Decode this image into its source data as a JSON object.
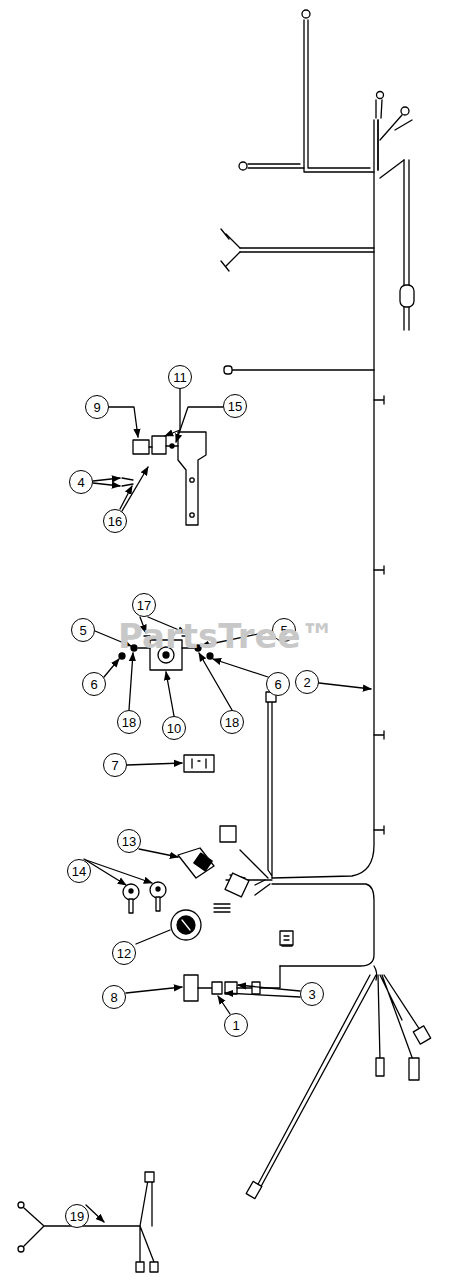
{
  "diagram": {
    "nodes": [
      {
        "text": [
          "11"
        ]
      },
      {
        "text": [
          "9"
        ]
      },
      {
        "text": [
          "15"
        ]
      },
      {
        "text": [
          "4"
        ]
      },
      {
        "text": [
          "16"
        ]
      },
      {
        "text": [
          "17"
        ]
      },
      {
        "text": [
          "5"
        ]
      },
      {
        "text": [
          "5"
        ]
      },
      {
        "text": [
          "6"
        ]
      },
      {
        "text": [
          "6"
        ]
      },
      {
        "text": [
          "2"
        ]
      },
      {
        "text": [
          "18"
        ]
      },
      {
        "text": [
          "10"
        ]
      },
      {
        "text": [
          "18"
        ]
      },
      {
        "text": [
          "7"
        ]
      },
      {
        "text": [
          "13"
        ]
      },
      {
        "text": [
          "14"
        ]
      },
      {
        "text": [
          "12"
        ]
      },
      {
        "text": [
          "8"
        ]
      },
      {
        "text": [
          "3"
        ]
      },
      {
        "text": [
          "1"
        ]
      },
      {
        "text": [
          "19"
        ]
      }
    ],
    "edges": [],
    "labels": [
      "PartsTree™"
    ]
  }
}
